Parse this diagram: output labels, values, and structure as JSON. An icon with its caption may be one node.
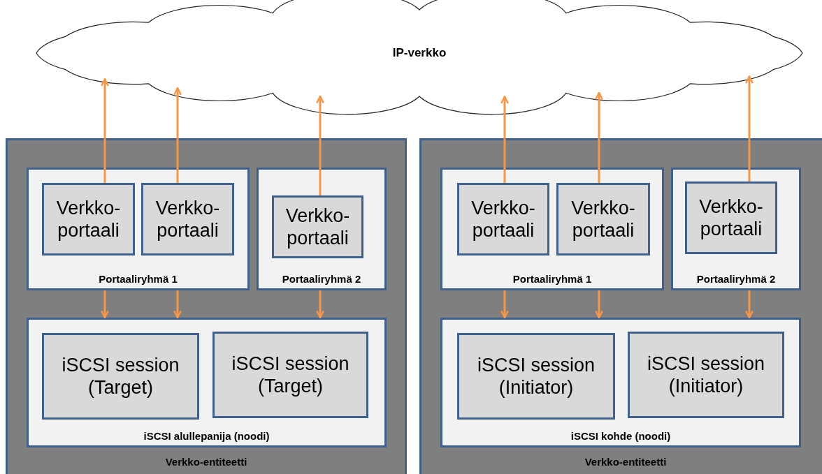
{
  "diagram": {
    "nodes": [
      {
        "text": [
          "IP-verkko"
        ]
      },
      {
        "text": [
          "Verkko-entiteetti"
        ]
      },
      {
        "text": [
          "Portaaliryhmä 1"
        ],
        "in": 1
      },
      {
        "text": [
          "Verkko-portaali"
        ],
        "in": 2
      },
      {
        "text": [
          "Verkko-portaali"
        ],
        "in": 2
      },
      {
        "text": [
          "Portaaliryhmä 2"
        ],
        "in": 1
      },
      {
        "text": [
          "Verkko-portaali"
        ],
        "in": 5
      },
      {
        "text": [
          "iSCSI alullepanija (noodi)"
        ],
        "in": 1
      },
      {
        "text": [
          "iSCSI session (Target)"
        ],
        "in": 7
      },
      {
        "text": [
          "iSCSI session (Target)"
        ],
        "in": 7
      },
      {
        "text": [
          "Verkko-entiteetti"
        ]
      },
      {
        "text": [
          "Portaaliryhmä 1"
        ],
        "in": 10
      },
      {
        "text": [
          "Verkko-portaali"
        ],
        "in": 11
      },
      {
        "text": [
          "Verkko-portaali"
        ],
        "in": 11
      },
      {
        "text": [
          "Portaaliryhmä 2"
        ],
        "in": 10
      },
      {
        "text": [
          "Verkko-portaali"
        ],
        "in": 14
      },
      {
        "text": [
          "iSCSI kohde (noodi)"
        ],
        "in": 10
      },
      {
        "text": [
          "iSCSI session (Initiator)"
        ],
        "in": 16
      },
      {
        "text": [
          "iSCSI session (Initiator)"
        ],
        "in": 16
      }
    ],
    "edges": [
      {
        "from": 3,
        "to": 0,
        "arrow": "to"
      },
      {
        "from": 4,
        "to": 0,
        "arrow": "to"
      },
      {
        "from": 6,
        "to": 0,
        "arrow": "to"
      },
      {
        "from": 12,
        "to": 0,
        "arrow": "to"
      },
      {
        "from": 13,
        "to": 0,
        "arrow": "to"
      },
      {
        "from": 15,
        "to": 0,
        "arrow": "to"
      },
      {
        "from": 2,
        "to": 7,
        "arrow": "to"
      },
      {
        "from": 2,
        "to": 7,
        "arrow": "to"
      },
      {
        "from": 5,
        "to": 7,
        "arrow": "to"
      },
      {
        "from": 11,
        "to": 16,
        "arrow": "to"
      },
      {
        "from": 11,
        "to": 16,
        "arrow": "to"
      },
      {
        "from": 14,
        "to": 16,
        "arrow": "to"
      }
    ]
  }
}
